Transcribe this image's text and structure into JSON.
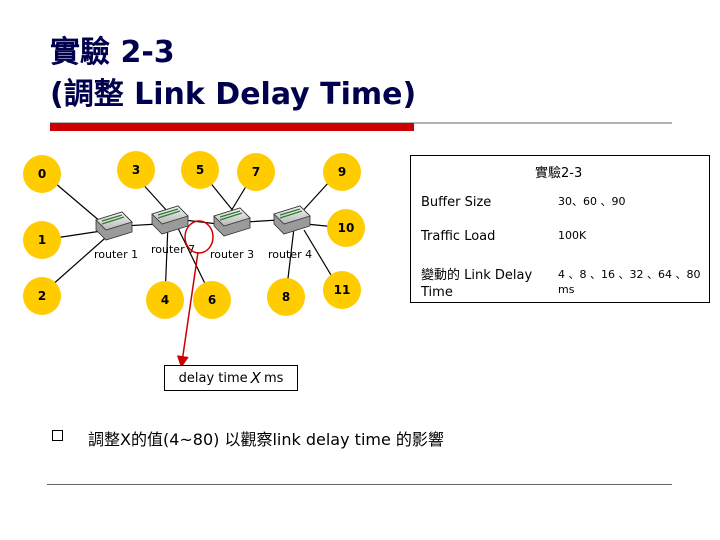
{
  "slide": {
    "title_line1": "實驗 2-3",
    "title_line2": "(調整 Link Delay Time)"
  },
  "diagram": {
    "nodes": [
      {
        "label": "0"
      },
      {
        "label": "1"
      },
      {
        "label": "2"
      },
      {
        "label": "3"
      },
      {
        "label": "4"
      },
      {
        "label": "5"
      },
      {
        "label": "6"
      },
      {
        "label": "7"
      },
      {
        "label": "8"
      },
      {
        "label": "9"
      },
      {
        "label": "10"
      },
      {
        "label": "11"
      }
    ],
    "routers": [
      {
        "label": "router 1"
      },
      {
        "label": "router 7"
      },
      {
        "label": "router 3"
      },
      {
        "label": "router 4"
      }
    ],
    "delay_label_prefix": "delay time",
    "delay_label_var": "X",
    "delay_label_unit": "ms"
  },
  "experiment_table": {
    "title": "實驗2-3",
    "rows": [
      {
        "key": "Buffer Size",
        "value": "30、60 、90"
      },
      {
        "key": "Traffic Load",
        "value": "100K"
      },
      {
        "key": "變動的 Link Delay Time",
        "value": "4 、8 、16 、32 、64 、80 ms"
      }
    ]
  },
  "bullet": {
    "text": "調整X的值(4~80) 以觀察link delay time 的影響"
  },
  "colors": {
    "node_fill": "#ffcc00",
    "title_color": "#00004d",
    "accent_red": "#cc0000",
    "highlight_red": "#cc0000"
  }
}
